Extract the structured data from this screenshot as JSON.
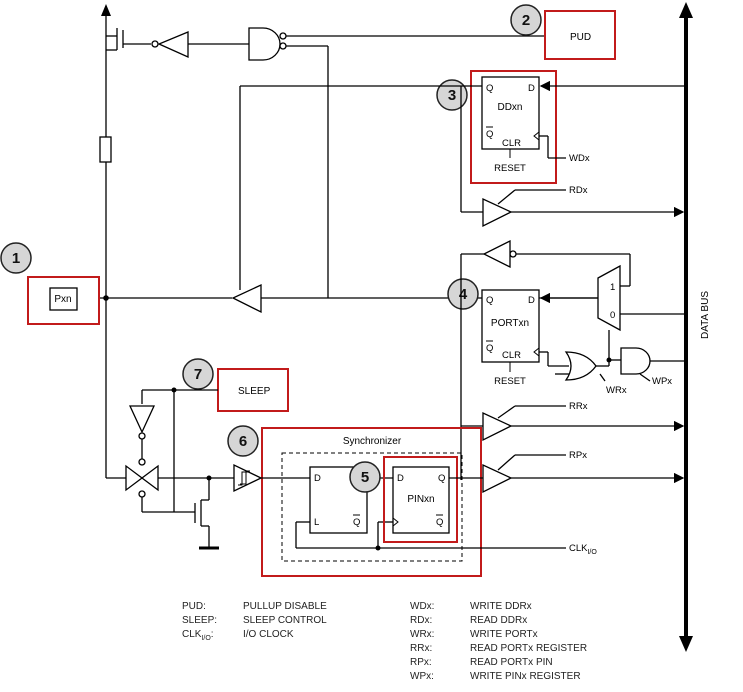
{
  "callouts": {
    "c1": "1",
    "c2": "2",
    "c3": "3",
    "c4": "4",
    "c5": "5",
    "c6": "6",
    "c7": "7"
  },
  "labels": {
    "pxn": "Pxn",
    "pud": "PUD",
    "sleep": "SLEEP",
    "ddxn": "DDxn",
    "portxn": "PORTxn",
    "pinxn": "PINxn",
    "clr": "CLR",
    "reset": "RESET",
    "q": "Q",
    "qbar": "Q",
    "d": "D",
    "l": "L",
    "wdx": "WDx",
    "rdx": "RDx",
    "rrx": "RRx",
    "rpx": "RPx",
    "wrx": "WRx",
    "wpx": "WPx",
    "mux1": "1",
    "mux0": "0",
    "synchronizer": "Synchronizer",
    "clk_main": "CLK",
    "clk_sub": "I/O",
    "data_bus": "DATA BUS"
  },
  "legend": [
    {
      "abbr": "PUD:",
      "text": "PULLUP DISABLE"
    },
    {
      "abbr": "SLEEP:",
      "text": "SLEEP CONTROL"
    },
    {
      "abbr": "CLK",
      "abbr_sub": "I/O",
      "abbr_tail": ":",
      "text": "I/O CLOCK"
    },
    {
      "abbr": "WDx:",
      "text": "WRITE DDRx"
    },
    {
      "abbr": "RDx:",
      "text": "READ DDRx"
    },
    {
      "abbr": "WRx:",
      "text": "WRITE PORTx"
    },
    {
      "abbr": "RRx:",
      "text": "READ PORTx REGISTER"
    },
    {
      "abbr": "RPx:",
      "text": "READ PORTx PIN"
    },
    {
      "abbr": "WPx:",
      "text": "WRITE PINx REGISTER"
    }
  ]
}
